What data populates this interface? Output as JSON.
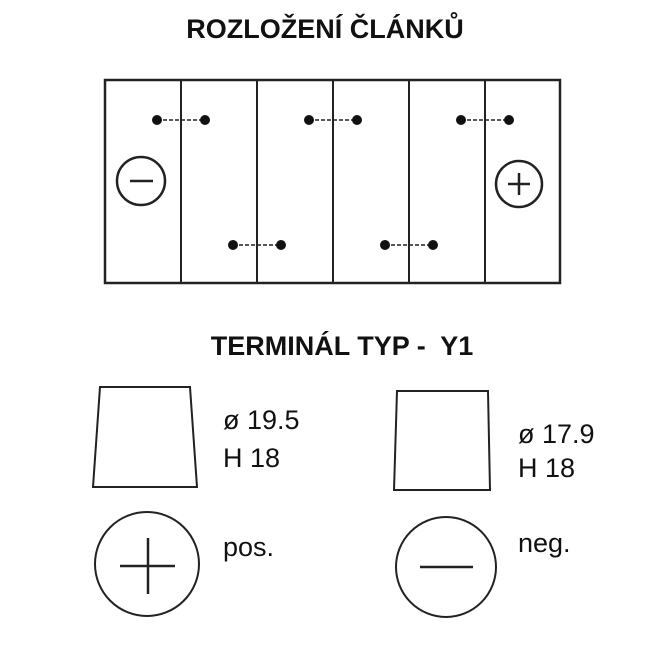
{
  "title": "ROZLOŽENÍ ČLÁNKŮ",
  "cell_layout": {
    "cells": 6,
    "left_terminal": "minus-icon",
    "right_terminal": "plus-icon"
  },
  "terminal_title": "TERMINÁL TYP -  Y1",
  "terminals": [
    {
      "diameter": "ø 19.5",
      "height": "H 18",
      "polarity": "pos."
    },
    {
      "diameter": "ø 17.9",
      "height": "H 18",
      "polarity": "neg."
    }
  ]
}
